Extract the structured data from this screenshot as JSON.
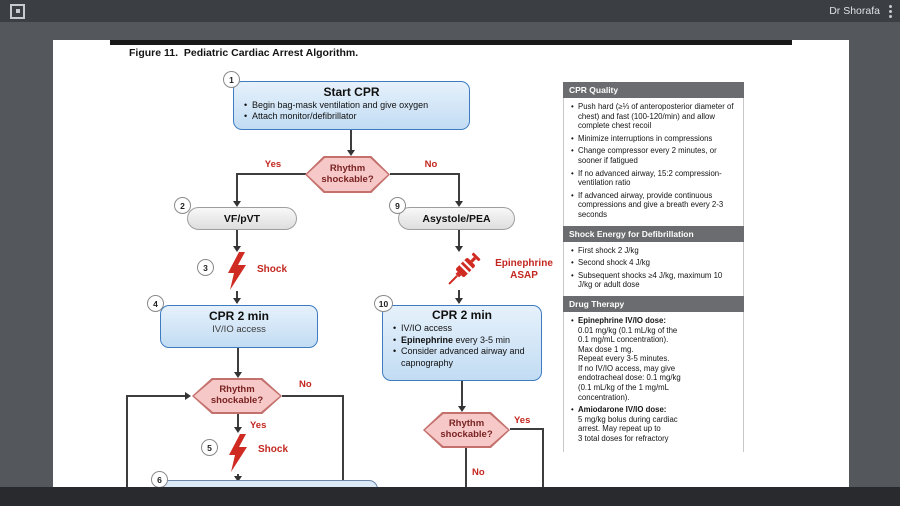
{
  "meet_bar": {
    "presenter": "Dr Shorafa",
    "pip_icon": "picture-in-picture-icon",
    "menu_icon": "kebab-menu-icon"
  },
  "figure": {
    "title": "Figure 11.  Pediatric Cardiac Arrest Algorithm."
  },
  "colors": {
    "accent_red": "#c3271f",
    "flow_blue_fill": "#cfe3f6",
    "flow_blue_border": "#3e7cc0",
    "hex_pink_fill": "#f6c9c8",
    "sidebar_header_bg": "#6b6c6f",
    "topbar_bg": "#3b3e42"
  },
  "flow": {
    "step1": {
      "num": "1",
      "title": "Start CPR",
      "bullets": [
        "Begin bag-mask ventilation and give oxygen",
        "Attach monitor/defibrillator"
      ]
    },
    "rhythm1": {
      "label": "Rhythm shockable?",
      "yes": "Yes",
      "no": "No"
    },
    "step2": {
      "num": "2",
      "label": "VF/pVT"
    },
    "step9": {
      "num": "9",
      "label": "Asystole/PEA"
    },
    "step3": {
      "num": "3",
      "label": "Shock"
    },
    "epi": {
      "line1": "Epinephrine",
      "line2": "ASAP"
    },
    "step4": {
      "num": "4",
      "title": "CPR 2 min",
      "subtitle": "IV/IO access"
    },
    "step10": {
      "num": "10",
      "title": "CPR 2 min",
      "bullets": [
        {
          "b": "",
          "t": "IV/IO access"
        },
        {
          "b": "Epinephrine",
          "t": " every 3-5 min"
        },
        {
          "b": "",
          "t": "Consider advanced airway and capnography"
        }
      ]
    },
    "rhythm2": {
      "label": "Rhythm shockable?",
      "yes": "Yes",
      "no": "No"
    },
    "step5": {
      "num": "5",
      "label": "Shock"
    },
    "step6": {
      "num": "6"
    },
    "rhythm3": {
      "label": "Rhythm shockable?",
      "yes": "Yes",
      "no": "No"
    }
  },
  "sidebar": {
    "sections": [
      {
        "title": "CPR Quality",
        "bullets": [
          "Push hard (≥⅓ of anteroposterior diameter of chest) and fast (100-120/min) and allow complete chest recoil",
          "Minimize interruptions in compressions",
          "Change compressor every 2 minutes, or sooner if fatigued",
          "If no advanced airway, 15:2 compression-ventilation ratio",
          "If advanced airway, provide continuous compressions and give a breath every 2-3 seconds"
        ]
      },
      {
        "title": "Shock Energy for Defibrillation",
        "bullets": [
          "First shock 2 J/kg",
          "Second shock 4 J/kg",
          "Subsequent shocks ≥4 J/kg, maximum 10 J/kg or adult dose"
        ]
      },
      {
        "title": "Drug Therapy",
        "items": [
          {
            "lead": "Epinephrine IV/IO dose:",
            "body": "0.01 mg/kg (0.1 mL/kg of the\n0.1 mg/mL concentration).\nMax dose 1 mg.\nRepeat every 3-5 minutes.\nIf no IV/IO access, may give\nendotracheal dose: 0.1 mg/kg\n(0.1 mL/kg of the 1 mg/mL\nconcentration)."
          },
          {
            "lead": "Amiodarone IV/IO dose:",
            "body": "5 mg/kg bolus during cardiac\narrest. May repeat up to\n3 total doses for refractory"
          }
        ]
      }
    ]
  }
}
